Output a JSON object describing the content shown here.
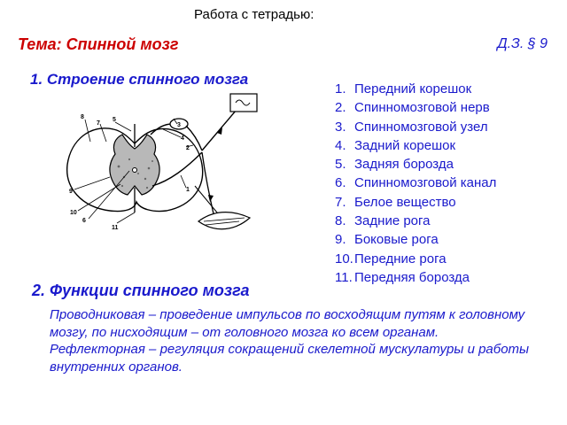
{
  "header": "Работа с тетрадью:",
  "topic": "Тема: Спинной мозг",
  "homework": "Д.З. § 9",
  "section1": {
    "title": "1. Строение спинного мозга",
    "legend": [
      {
        "num": "1.",
        "label": "Передний корешок"
      },
      {
        "num": "2.",
        "label": "Спинномозговой нерв"
      },
      {
        "num": "3.",
        "label": "Спинномозговой узел"
      },
      {
        "num": "4.",
        "label": "Задний корешок"
      },
      {
        "num": "5.",
        "label": "Задняя борозда"
      },
      {
        "num": "6.",
        "label": "Спинномозговой канал"
      },
      {
        "num": "7.",
        "label": "Белое вещество"
      },
      {
        "num": "8.",
        "label": "Задние рога"
      },
      {
        "num": "9.",
        "label": "Боковые рога"
      },
      {
        "num": "10.",
        "label": "Передние рога"
      },
      {
        "num": "11.",
        "label": "Передняя борозда"
      }
    ],
    "diagram_numbers": [
      "8",
      "7",
      "5",
      "3",
      "4",
      "2",
      "1",
      "9",
      "10",
      "6",
      "11"
    ]
  },
  "section2": {
    "title": "2. Функции спинного мозга",
    "paragraphs": [
      "Проводниковая – проведение импульсов по восходящим путям к головному мозгу, по нисходящим – от головного мозга ко всем органам.",
      "Рефлекторная – регуляция сокращений скелетной мускулатуры и работы внутренних органов."
    ]
  }
}
